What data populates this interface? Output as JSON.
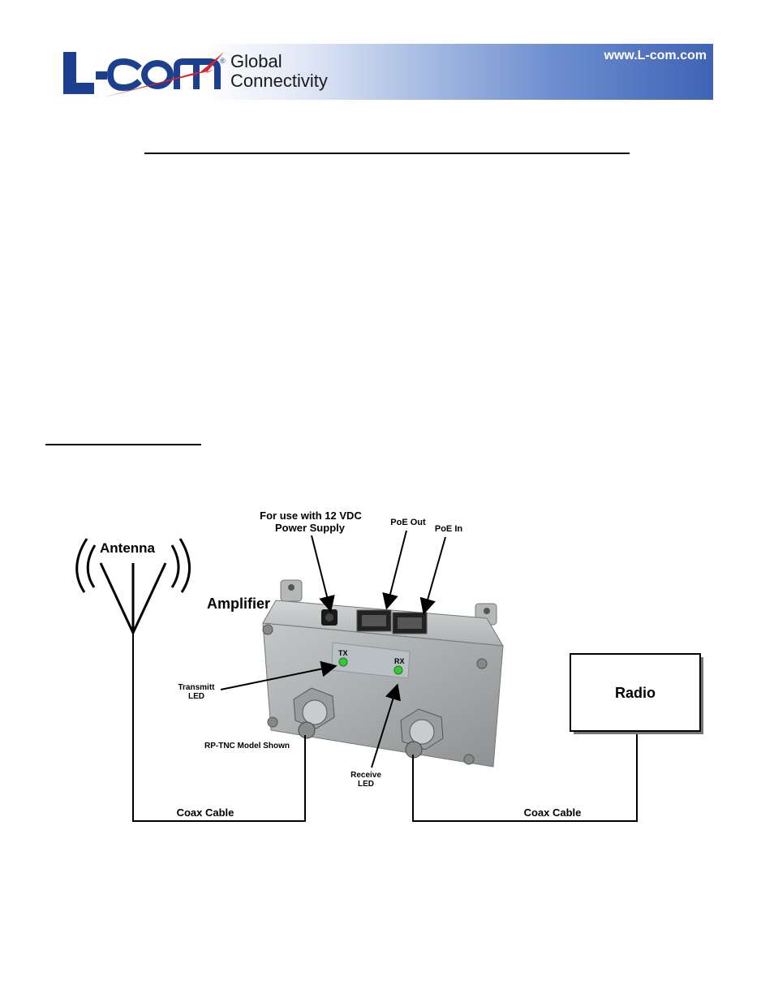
{
  "header": {
    "logo_text": "L-com",
    "tagline_line1": "Global",
    "tagline_line2": "Connectivity",
    "url": "www.L-com.com"
  },
  "diagram": {
    "antenna_label": "Antenna",
    "amplifier_label": "Amplifier",
    "power_label_line1": "For use with 12 VDC",
    "power_label_line2": "Power Supply",
    "poe_out_label": "PoE Out",
    "poe_in_label": "PoE In",
    "tx_label": "TX",
    "rx_label": "RX",
    "transmit_label_line1": "Transmitt",
    "transmit_label_line2": "LED",
    "receive_label_line1": "Receive",
    "receive_label_line2": "LED",
    "rp_tnc_label": "RP-TNC Model Shown",
    "radio_label": "Radio",
    "coax_left_label": "Coax Cable",
    "coax_right_label": "Coax Cable",
    "colors": {
      "led_green": "#37c837",
      "enclosure_gray": "#a9acad"
    }
  }
}
